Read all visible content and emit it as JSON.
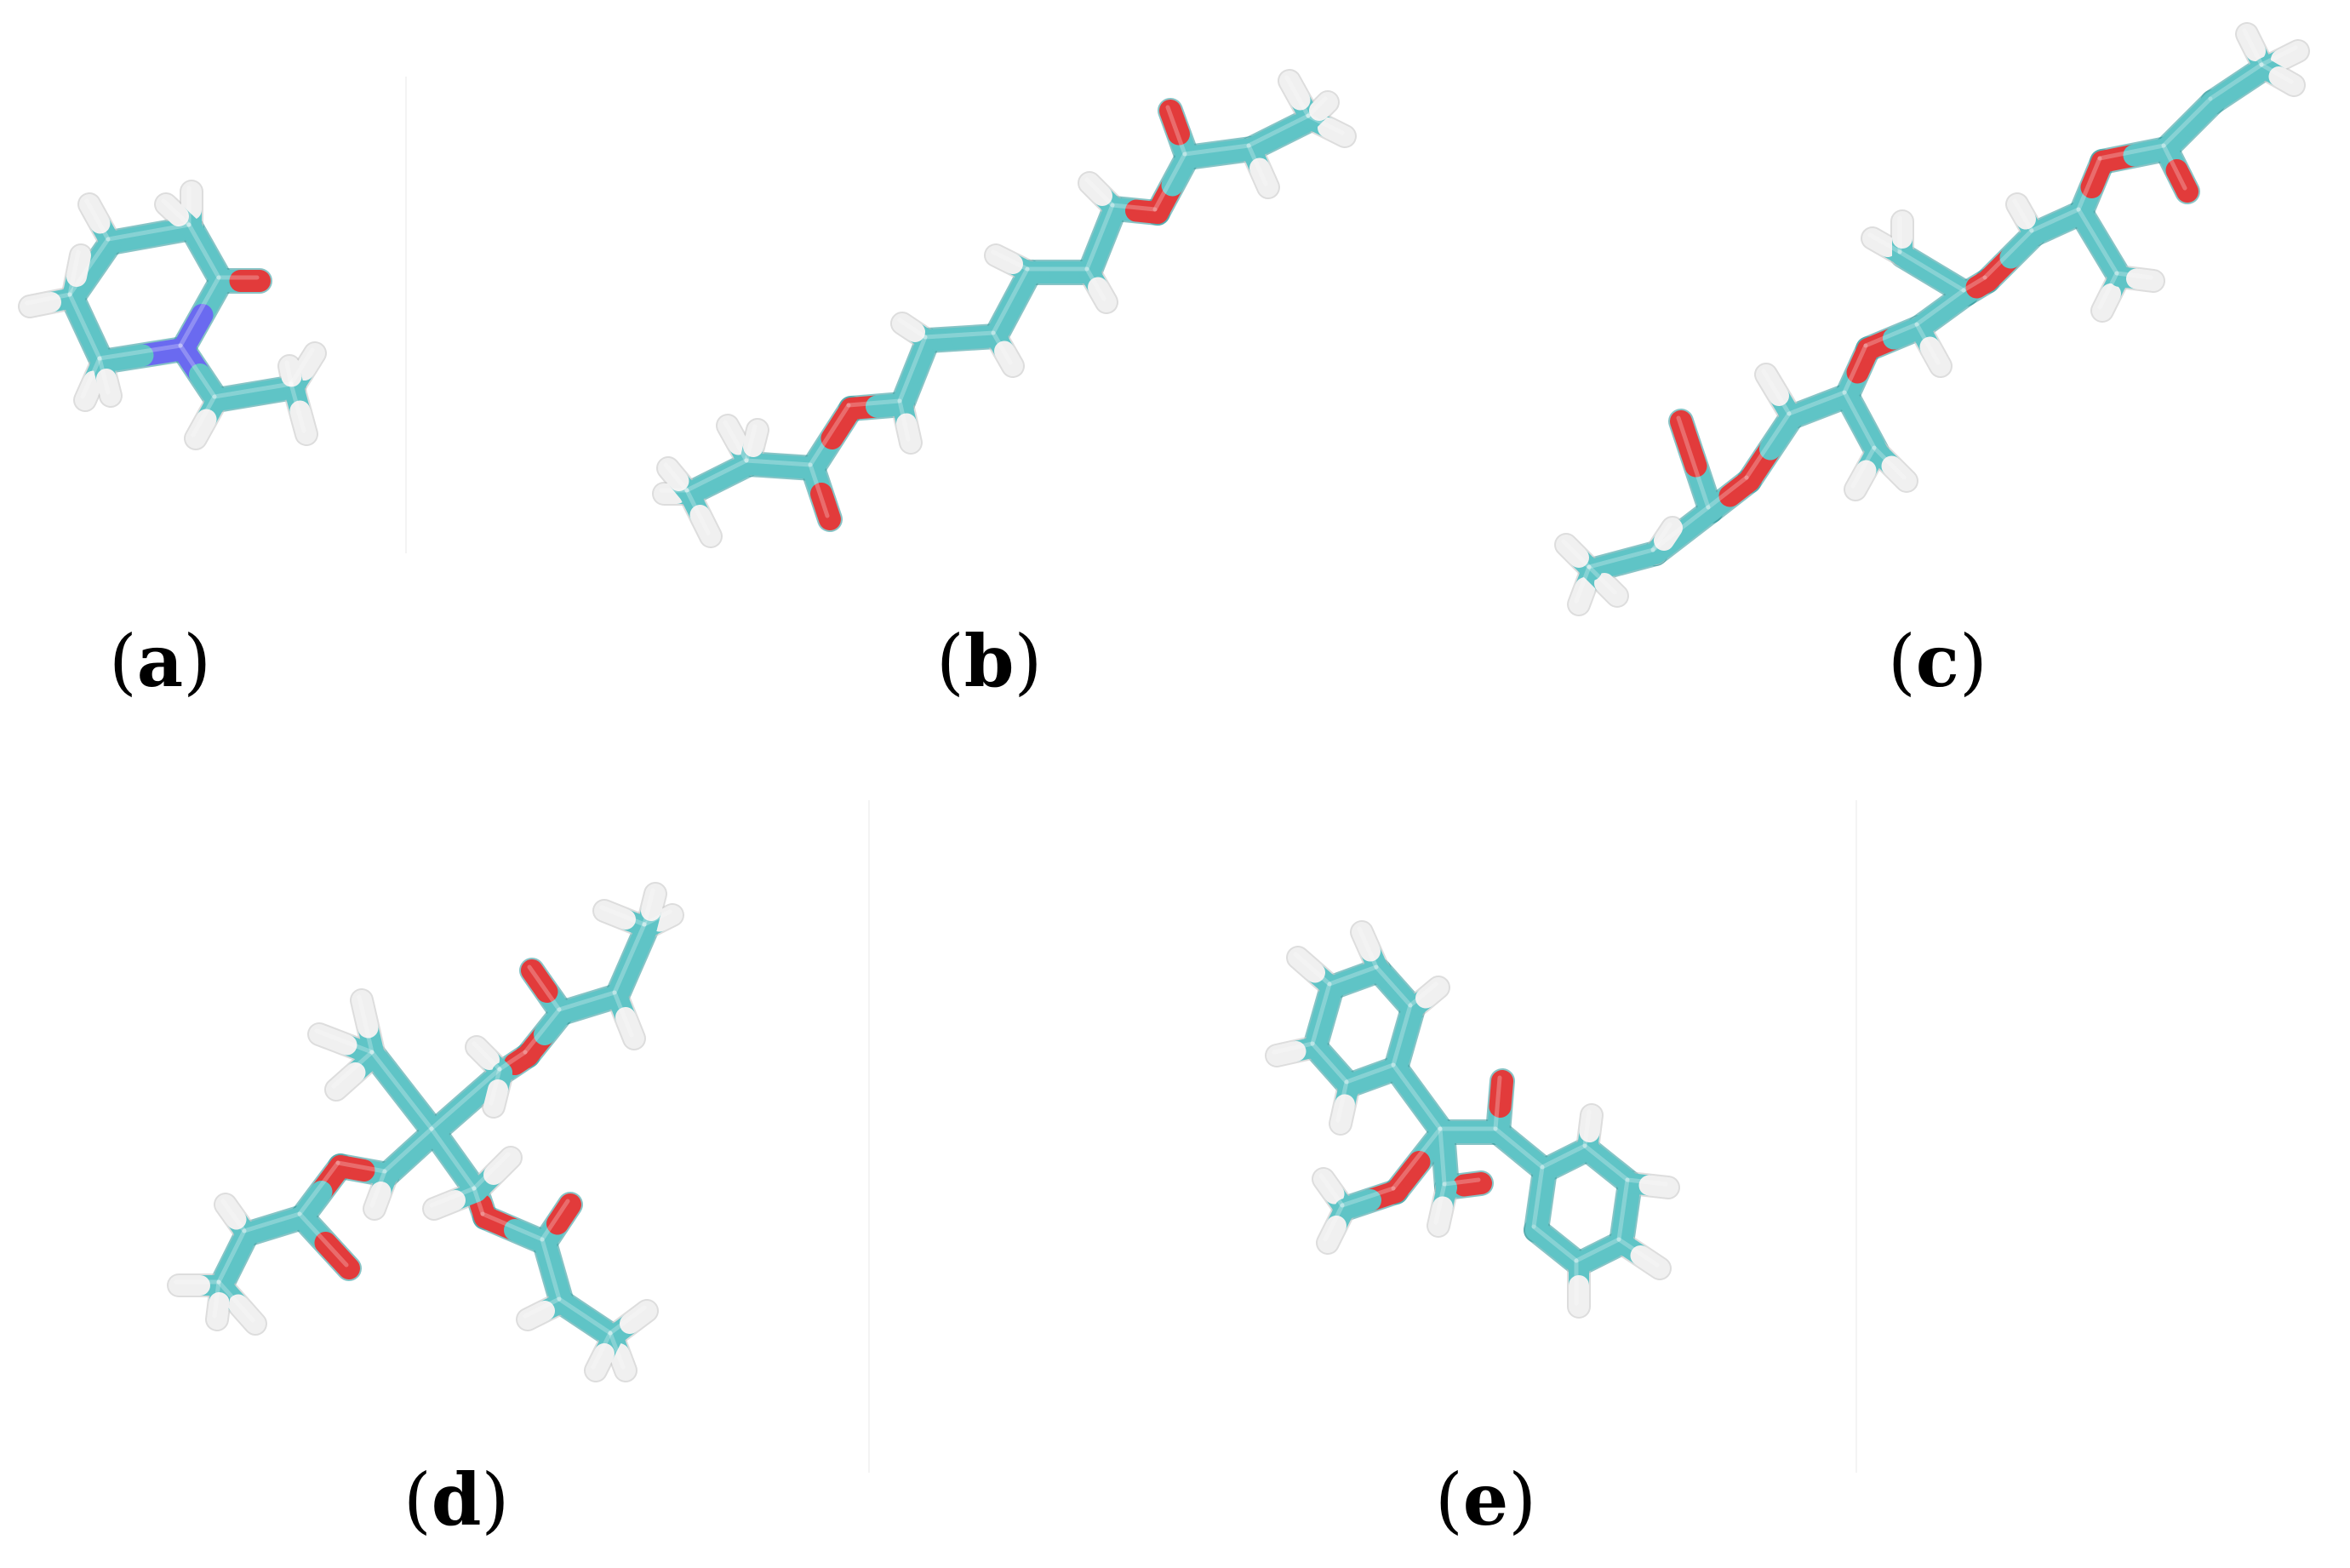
{
  "figure": {
    "panels": [
      {
        "id": "a",
        "label": "a"
      },
      {
        "id": "b",
        "label": "b"
      },
      {
        "id": "c",
        "label": "c"
      },
      {
        "id": "d",
        "label": "d"
      },
      {
        "id": "e",
        "label": "e"
      }
    ],
    "colors": {
      "carbon": "#5fc4c6",
      "carbon_dark": "#3a9ea1",
      "oxygen": "#e23b3b",
      "nitrogen": "#6a6af0",
      "hydrogen": "#f0f0f0",
      "hydrogen_edge": "#c8c8c8"
    }
  }
}
